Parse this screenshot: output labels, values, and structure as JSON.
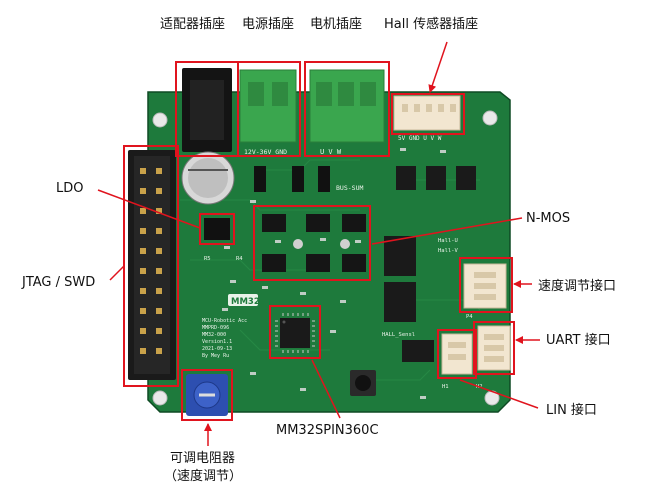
{
  "labels": {
    "adapter_socket": "适配器插座",
    "power_socket": "电源插座",
    "motor_socket": "电机插座",
    "hall_socket": "Hall 传感器插座",
    "ldo": "LDO",
    "nmos": "N-MOS",
    "jtag_swd": "JTAG / SWD",
    "speed_port": "速度调节接口",
    "uart_port": "UART 接口",
    "lin_port": "LIN 接口",
    "mcu": "MM32SPIN360C",
    "pot_line1": "可调电阻器",
    "pot_line2": "（速度调节）"
  },
  "silkscreen": {
    "power_pins": "12V-36V GND",
    "motor_pins": "U   V   W",
    "hall_pins": "5V GND U V W",
    "bus_sum": "BUS-SUM",
    "brand": "MM32",
    "board_info": [
      "MCU-Robotic Acc",
      "MMPRD-096",
      "MM32-000",
      "Version1.1",
      "2021-09-13",
      "By Mey Ru"
    ],
    "hall_mode_a": "Hall-U",
    "hall_mode_b": "Hall-V",
    "hall_sensor": "HALL_Sensl",
    "silk_h1": "H1",
    "silk_h2": "H2",
    "silk_p4": "P4",
    "silk_r5": "R5",
    "silk_r4": "R4"
  },
  "colors": {
    "annotation": "#e0141e",
    "pcb": "#1e7a3c",
    "pcb_dark": "#156030",
    "terminal": "#3aa64e",
    "header": "#1a1a1a",
    "connector": "#f2e6d0",
    "potentiometer": "#2d4fb0"
  }
}
